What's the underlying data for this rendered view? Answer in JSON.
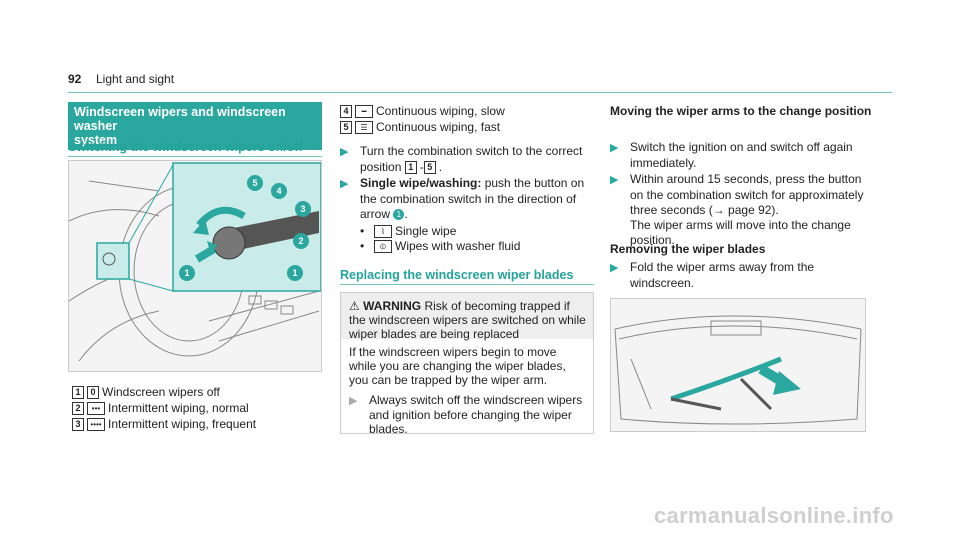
{
  "header": {
    "page_number": "92",
    "chapter": "Light and sight"
  },
  "section_title": "Windscreen wipers and windscreen washer system",
  "section_title_line1": "Windscreen wipers and windscreen washer",
  "section_title_line2": "system",
  "switching": {
    "title": "Switching the windscreen wipers on/off",
    "figure_callouts": [
      "1",
      "1",
      "2",
      "3",
      "4",
      "5"
    ],
    "legend": [
      {
        "key": "1",
        "sym": "0",
        "text": "Windscreen wipers off"
      },
      {
        "key": "2",
        "sym": "•••",
        "text": "Intermittent wiping, normal"
      },
      {
        "key": "3",
        "sym": "••••",
        "text": "Intermittent wiping, frequent"
      },
      {
        "key": "4",
        "sym": "━",
        "text": "Continuous wiping, slow"
      },
      {
        "key": "5",
        "sym": "☰",
        "text": "Continuous wiping, fast"
      }
    ],
    "step1": "Turn the combination switch to the correct position",
    "step1_range_a": "1",
    "step1_range_b": "5",
    "step2_bold": "Single wipe/washing:",
    "step2_text": "push the button on the combination switch in the direction of arrow",
    "step2_arrow_ref": "1",
    "bullet1": "Single wipe",
    "bullet2": "Wipes with washer fluid"
  },
  "replacing": {
    "title": "Replacing the windscreen wiper blades",
    "warning_label": "WARNING",
    "warning_text": "Risk of becoming trapped if the windscreen wipers are switched on while wiper blades are being replaced",
    "warning_body": "If the windscreen wipers begin to move while you are changing the wiper blades, you can be trapped by the wiper arm.",
    "warning_step": "Always switch off the windscreen wipers and ignition before changing the wiper blades."
  },
  "moving": {
    "title": "Moving the wiper arms to the change position",
    "step1": "Switch the ignition on and switch off again immediately.",
    "step2": "Within around 15 seconds, press the button on the combination switch for approximately three seconds (→ page 92).",
    "step2_note": "The wiper arms will move into the change position.",
    "removing_title": "Removing the wiper blades",
    "removing_step": "Fold the wiper arms away from the windscreen."
  },
  "watermark": "carmanualsonline.info",
  "colors": {
    "accent": "#2aa79f",
    "callout": "#2aa79f",
    "highlight_bg": "#c9ecea"
  }
}
